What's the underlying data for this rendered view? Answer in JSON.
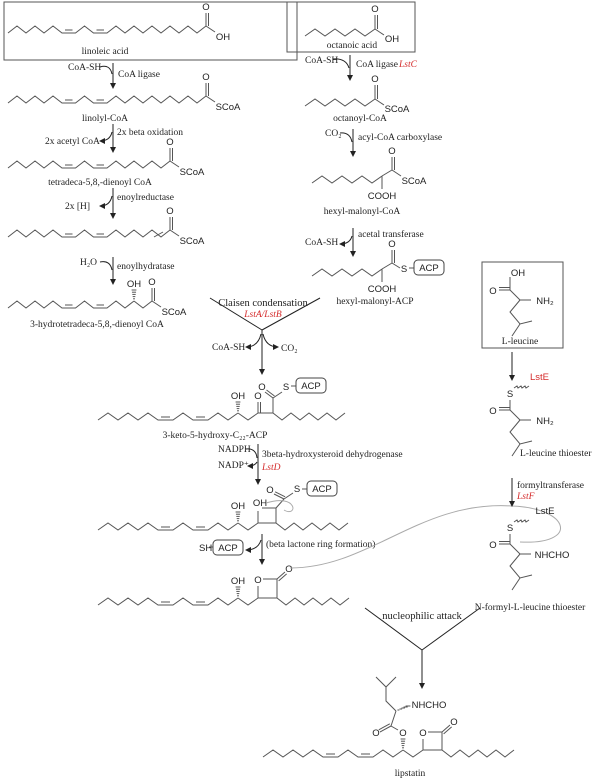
{
  "compounds": {
    "linoleic_acid": "linoleic acid",
    "linolyl_coa": "linolyl-CoA",
    "tetradeca": "tetradeca-5,8,-dienoyl CoA",
    "hydroxy": "3-hydrotetradeca-5,8,-dienoyl CoA",
    "octanoic_acid": "octanoic acid",
    "octanoyl_coa": "octanoyl-CoA",
    "hexyl_malonyl_coa": "hexyl-malonyl-CoA",
    "hexyl_malonyl_acp": "hexyl-malonyl-ACP",
    "keto": "3-keto-5-hydroxy-C₂₂-ACP",
    "leucine": "L-leucine",
    "leucine_thioester": "L-leucine thioester",
    "n_formyl": "N-formyl-L-leucine thioester",
    "lipstatin": "lipstatin"
  },
  "steps": {
    "coa_ligase": "CoA ligase",
    "beta_oxidation": "2x beta oxidation",
    "enoylreductase": "enoylreductase",
    "enoylhydratase": "enoylhydratase",
    "coa_ligase_2": "CoA ligase",
    "acyl_coa_carboxylase": "acyl-CoA carboxylase",
    "acetal_transferase": "acetal transferase",
    "claisen": "Claisen condensation",
    "dehydrogenase": "3beta-hydroxysteroid dehydrogenase",
    "lactone": "(beta lactone ring formation)",
    "formyltransferase": "formyltransferase",
    "nucleophilic": "nucleophilic attack"
  },
  "reagents": {
    "coa_sh": "CoA-SH",
    "acetyl_coa": "2x acetyl CoA",
    "h2": "2x [H]",
    "h2o": "H₂O",
    "co2": "CO₂",
    "coa_sh_out": "CoA-SH",
    "nadph": "NADPH",
    "nadp": "NADP⁺",
    "sh": "SH"
  },
  "enzymes": {
    "lstc": "LstC",
    "lsta_lstb": "LstA/LstB",
    "lstd": "LstD",
    "lste": "LstE",
    "lstf": "LstF"
  },
  "atoms": {
    "O": "O",
    "OH": "OH",
    "SCoA": "SCoA",
    "S": "S",
    "ACP": "ACP",
    "COOH": "COOH",
    "NH2": "NH₂",
    "NHCHO": "NHCHO",
    "LstE": "LstE"
  },
  "colors": {
    "enzyme": "#d42a2a",
    "bond": "#555555",
    "curved_arrow": "#aaaaaa"
  }
}
